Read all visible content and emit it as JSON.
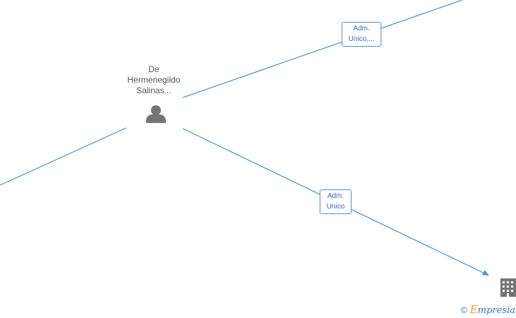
{
  "person": {
    "name_lines": [
      "De",
      "Hermenegildo",
      "Salinas..."
    ]
  },
  "edges": [
    {
      "label_lines": [
        "Adm.",
        "Unico,..."
      ]
    },
    {
      "label_lines": [
        "Adm.",
        "Unico"
      ]
    }
  ],
  "footer": {
    "copyright_symbol": "©",
    "brand_first": "E",
    "brand_rest": "mpresia"
  },
  "colors": {
    "edge": "#4a90d9",
    "icon": "#757575",
    "brand": "#2a73c8"
  },
  "icons": [
    "person-icon",
    "building-icon",
    "arrowhead-icon"
  ]
}
